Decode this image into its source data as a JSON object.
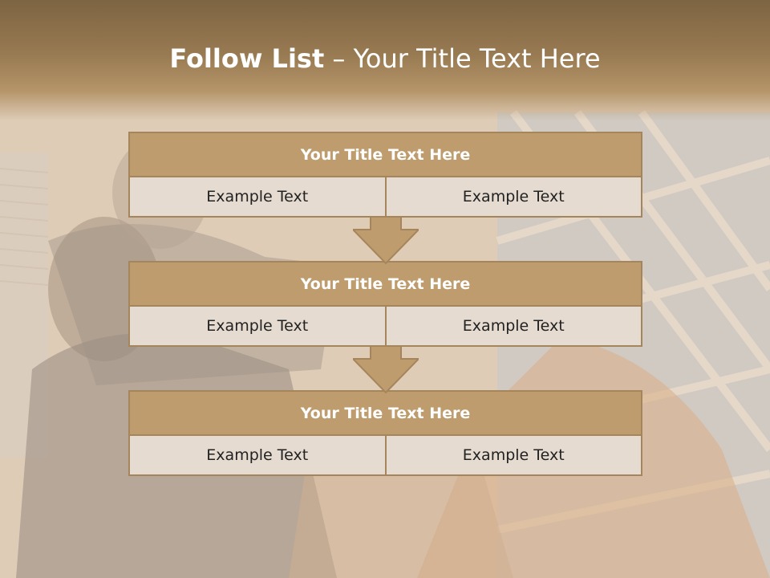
{
  "title": {
    "bold": "Follow List",
    "separator": " – ",
    "rest": "Your Title Text Here"
  },
  "blocks": [
    {
      "header": "Your Title Text Here",
      "cells": [
        "Example Text",
        "Example Text"
      ]
    },
    {
      "header": "Your Title Text Here",
      "cells": [
        "Example Text",
        "Example Text"
      ]
    },
    {
      "header": "Your Title Text Here",
      "cells": [
        "Example Text",
        "Example Text"
      ]
    }
  ],
  "colors": {
    "header_fill": "#bf9c6e",
    "cell_fill": "#e6dbd0",
    "border": "#a5855b",
    "top_band": "#7d6442"
  }
}
